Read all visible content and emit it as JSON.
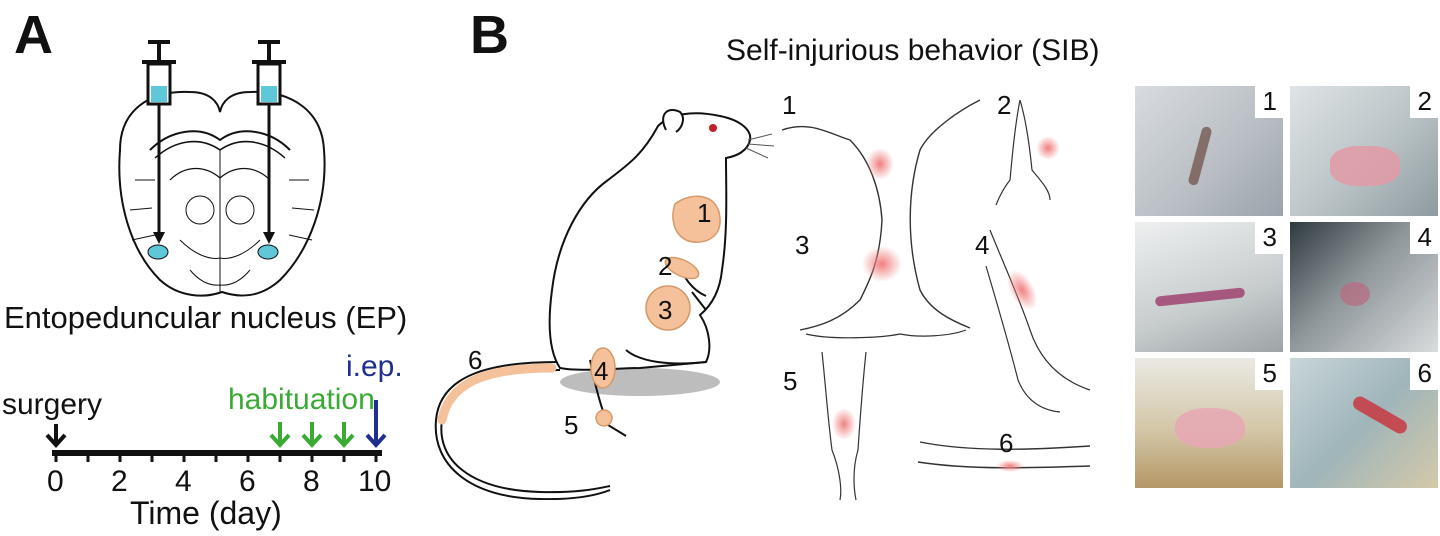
{
  "panel_a": {
    "letter": "A",
    "region_label": "Entopeduncular nucleus (EP)",
    "timeline": {
      "event_surgery": "surgery",
      "event_habituation": "habituation",
      "event_iep": "i.ep.",
      "tick_labels": [
        "0",
        "2",
        "4",
        "6",
        "8",
        "10"
      ],
      "axis_label": "Time (day)",
      "colors": {
        "surgery": "#111111",
        "habituation": "#3aaa35",
        "iep": "#1f2f8f"
      }
    },
    "injection_color": "#5ec8d8"
  },
  "panel_b": {
    "letter": "B",
    "title": "Self-injurious behavior (SIB)",
    "rat_site_labels": [
      "1",
      "2",
      "3",
      "4",
      "5",
      "6"
    ],
    "site_color": "#f4c19a",
    "lesion_color": "#f08080",
    "drawing_labels": [
      "1",
      "2",
      "3",
      "4",
      "5",
      "6"
    ],
    "photo_labels": [
      "1",
      "2",
      "3",
      "4",
      "5",
      "6"
    ]
  }
}
